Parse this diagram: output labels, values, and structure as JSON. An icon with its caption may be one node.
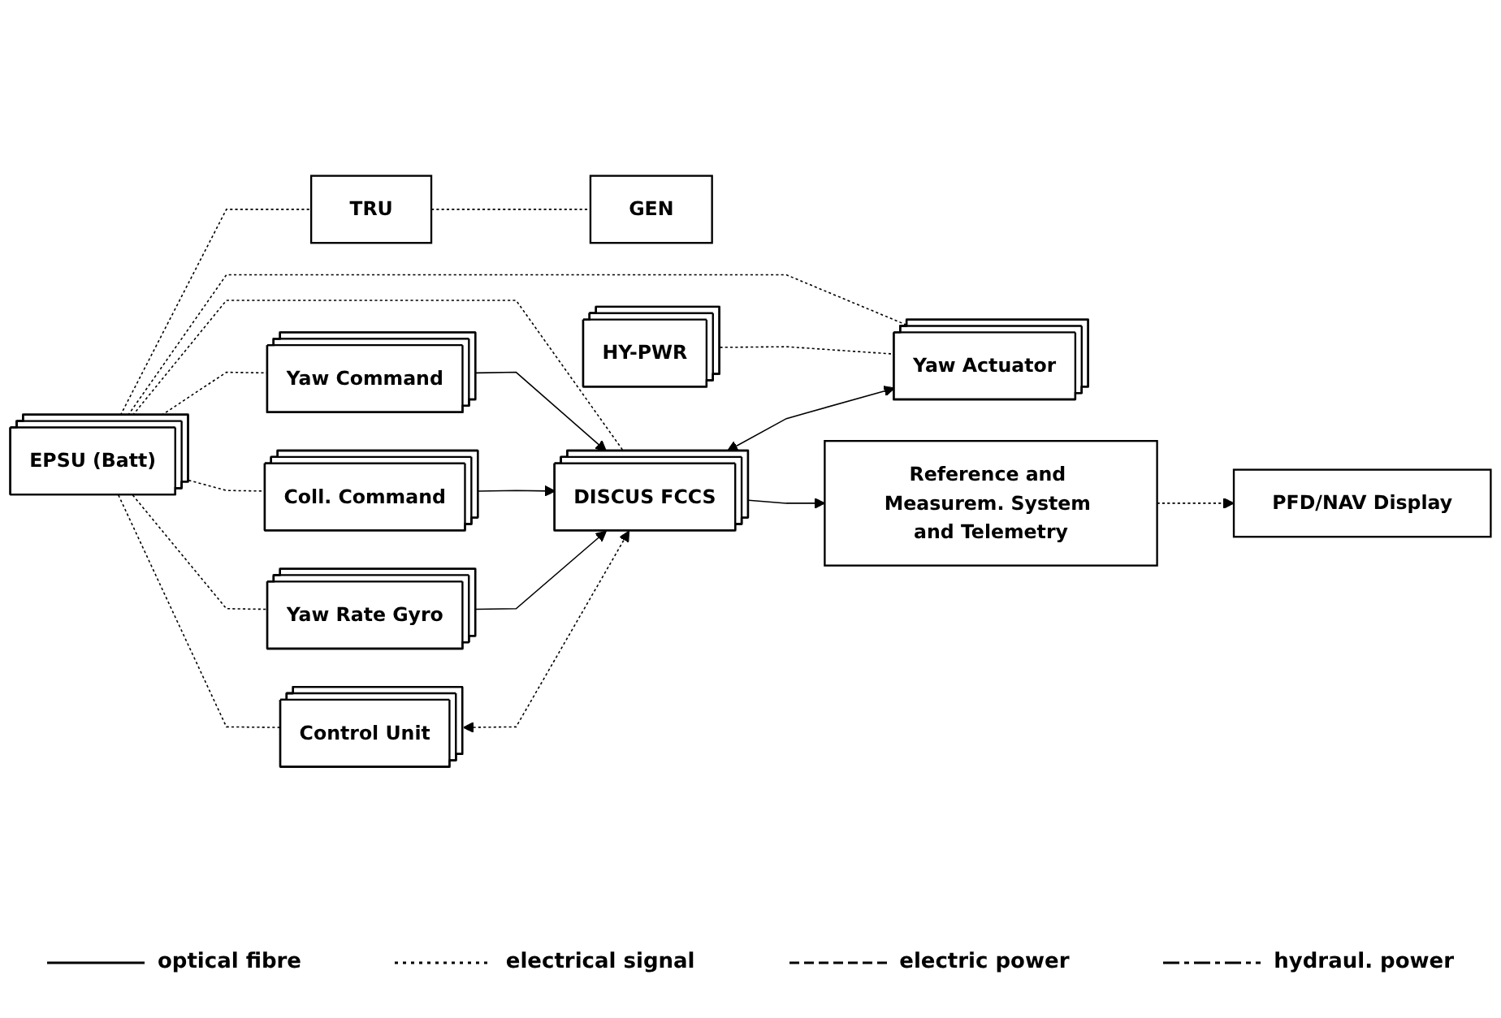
{
  "diagram": {
    "nodes": [
      {
        "text": [
          "EPSU (Batt)"
        ]
      },
      {
        "text": [
          "TRU"
        ]
      },
      {
        "text": [
          "GEN"
        ]
      },
      {
        "text": [
          "HY-PWR"
        ]
      },
      {
        "text": [
          "Yaw Command"
        ]
      },
      {
        "text": [
          "Coll. Command"
        ]
      },
      {
        "text": [
          "DISCUS FCCS"
        ]
      },
      {
        "text": [
          "Yaw Actuator"
        ]
      },
      {
        "text": [
          "Yaw Rate Gyro"
        ]
      },
      {
        "text": [
          "Control Unit"
        ]
      },
      {
        "text": [
          "Reference and Measurem. System and Telemetry"
        ]
      },
      {
        "text": [
          "PFD/NAV Display"
        ]
      }
    ],
    "edges": [
      {
        "from": 0,
        "to": 1,
        "arrow": "none",
        "style": "dashed"
      },
      {
        "from": 1,
        "to": 2,
        "arrow": "none",
        "style": "dashed"
      },
      {
        "from": 0,
        "to": 4,
        "arrow": "none",
        "style": "dashed"
      },
      {
        "from": 0,
        "to": 5,
        "arrow": "none",
        "style": "dashed"
      },
      {
        "from": 0,
        "to": 8,
        "arrow": "none",
        "style": "dashed"
      },
      {
        "from": 0,
        "to": 9,
        "arrow": "none",
        "style": "dashed"
      },
      {
        "from": 0,
        "to": 6,
        "arrow": "none",
        "style": "dashed"
      },
      {
        "from": 0,
        "to": 7,
        "arrow": "none",
        "style": "dashed"
      },
      {
        "from": 3,
        "to": 7,
        "arrow": "none",
        "style": "dashed"
      },
      {
        "from": 4,
        "to": 6,
        "arrow": "to"
      },
      {
        "from": 5,
        "to": 6,
        "arrow": "to"
      },
      {
        "from": 8,
        "to": 6,
        "arrow": "to"
      },
      {
        "from": 9,
        "to": 6,
        "arrow": "both",
        "style": "dashed"
      },
      {
        "from": 6,
        "to": 7,
        "arrow": "both"
      },
      {
        "from": 6,
        "to": 10,
        "arrow": "to"
      },
      {
        "from": 10,
        "to": 11,
        "arrow": "to",
        "style": "dashed"
      }
    ],
    "legend": [
      {
        "text": "optical fibre"
      },
      {
        "text": "electrical signal"
      },
      {
        "text": "electric power"
      },
      {
        "text": "hydraul. power"
      }
    ]
  }
}
